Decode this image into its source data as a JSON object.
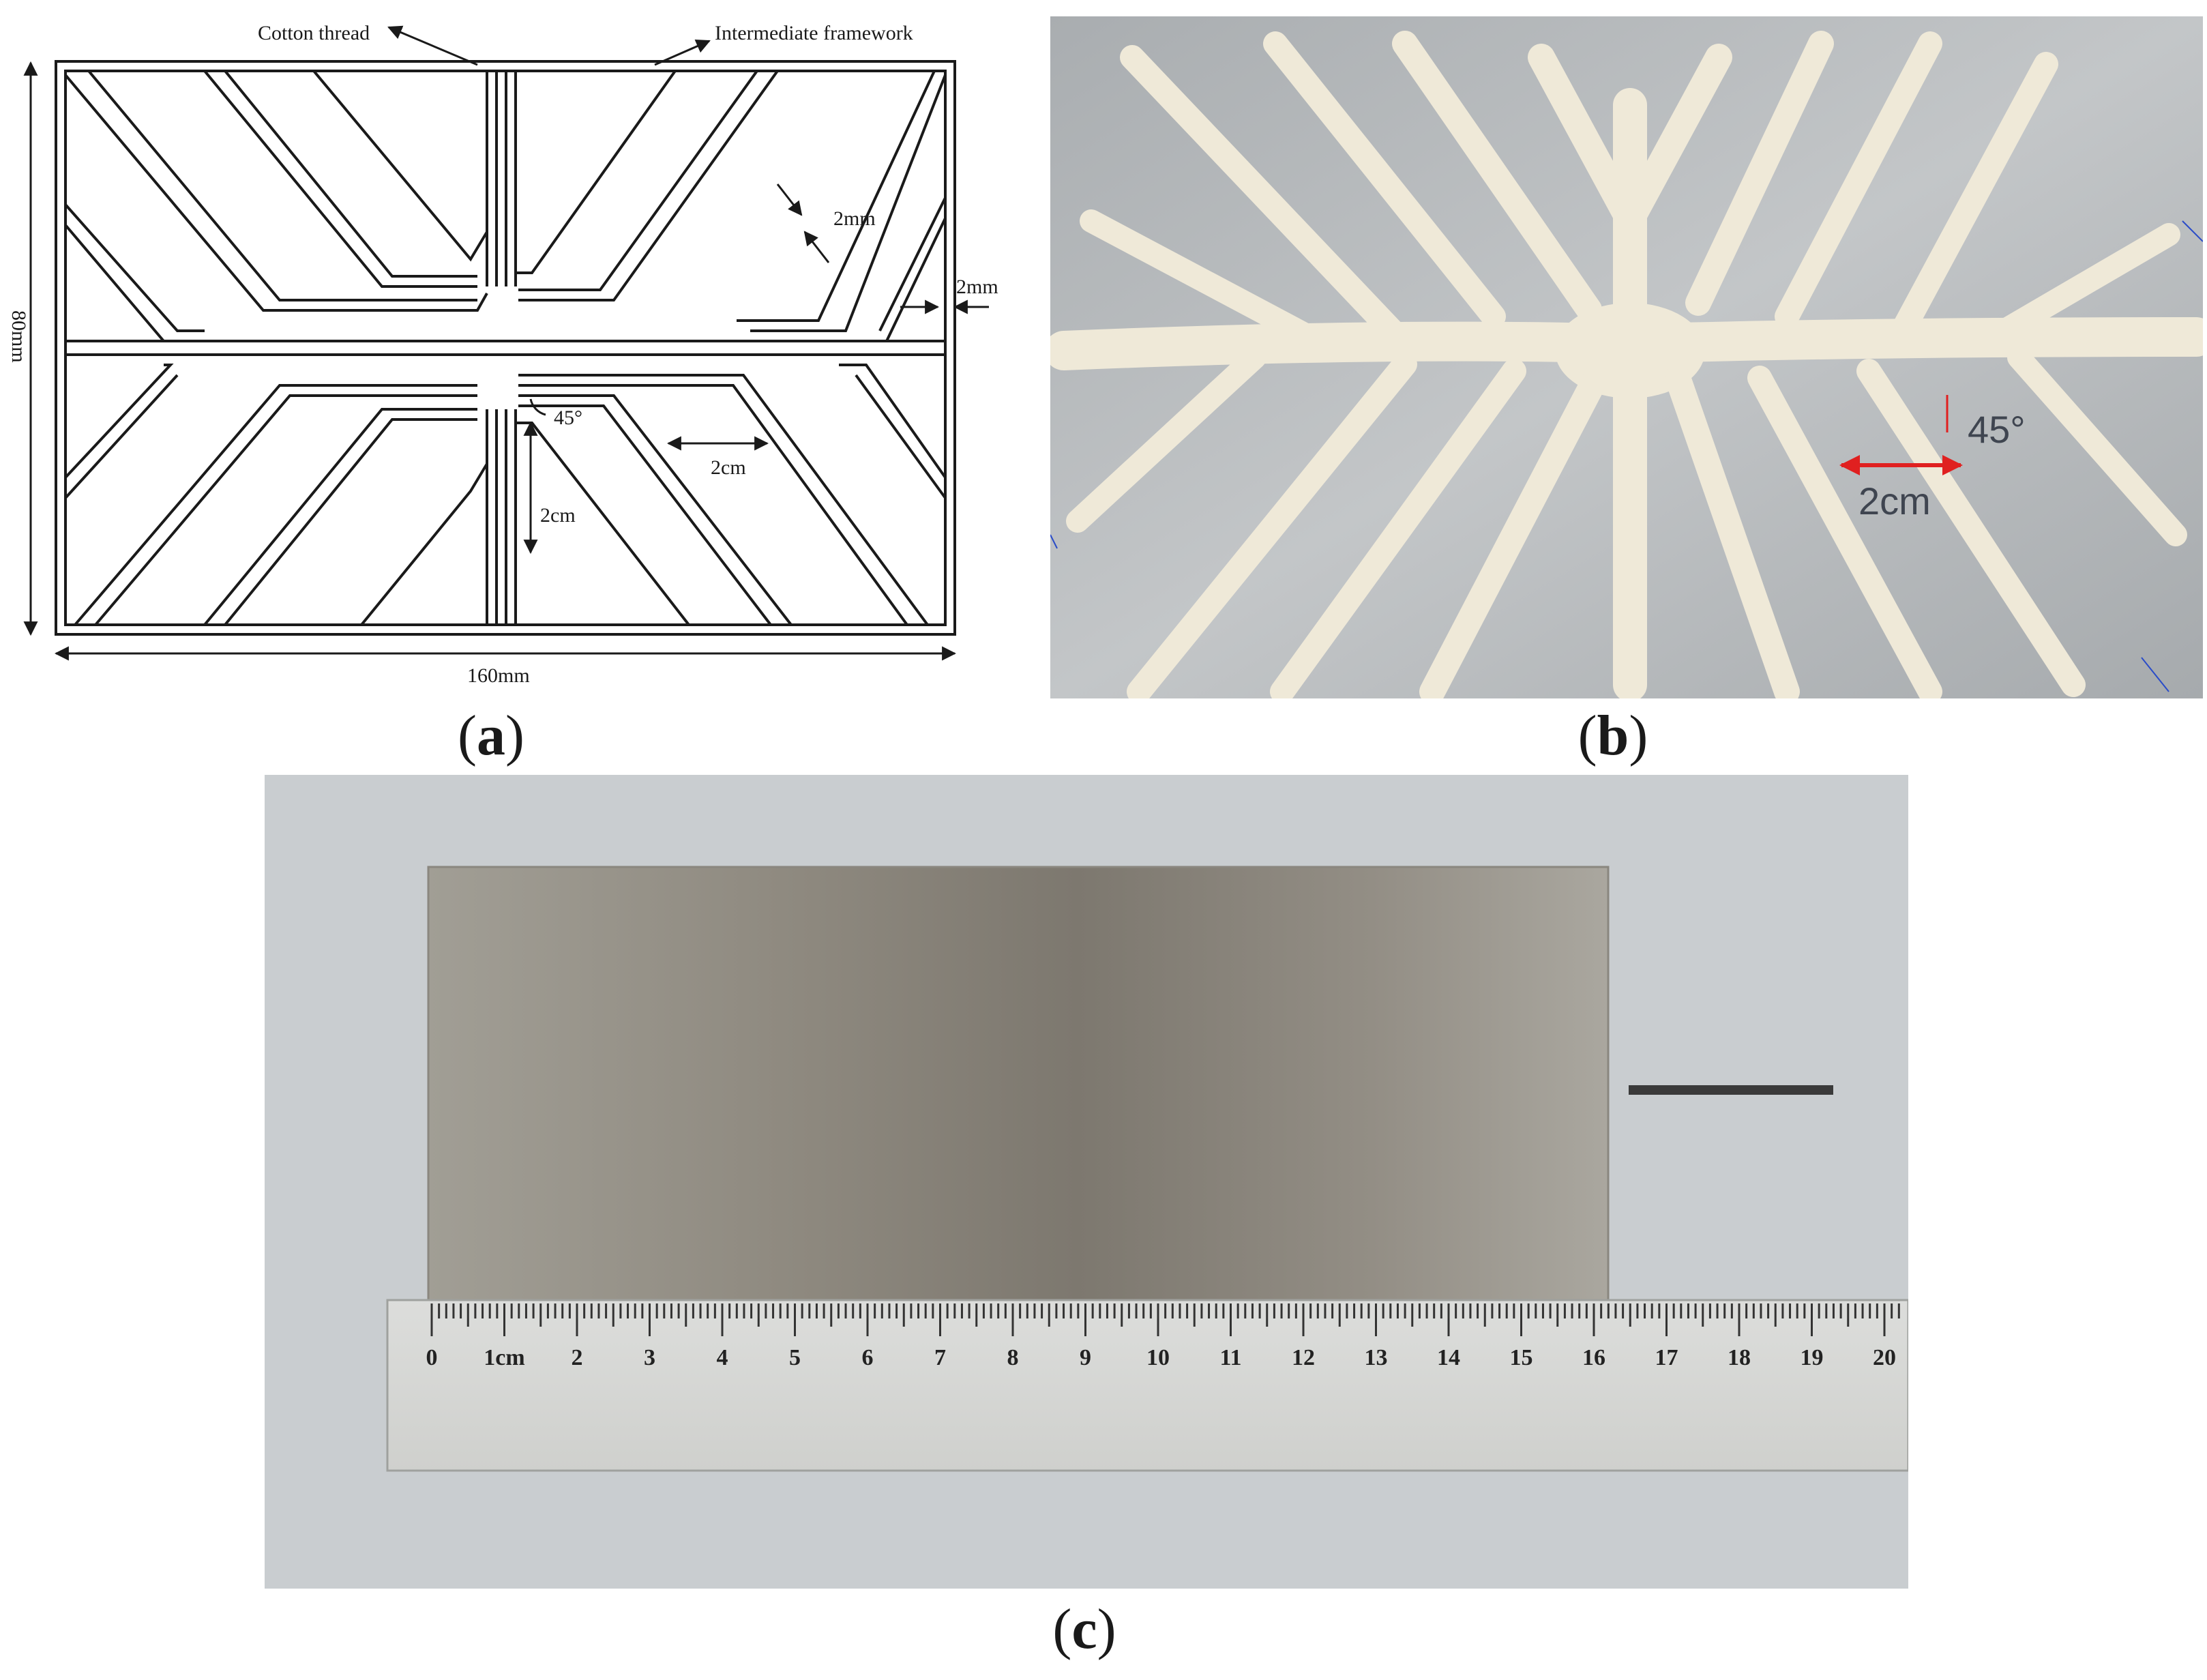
{
  "panel_a": {
    "labels": {
      "cotton_thread": "Cotton thread",
      "intermediate_framework": "Intermediate framework",
      "dim_2mm_channel": "2mm",
      "dim_2mm_edge": "2mm",
      "dim_80mm": "80mm",
      "dim_160mm": "160mm",
      "angle_45": "45°",
      "dim_2cm_h": "2cm",
      "dim_2cm_v": "2cm"
    },
    "caption": "a"
  },
  "panel_b": {
    "labels": {
      "angle_45": "45°",
      "dim_2cm": "2cm"
    },
    "caption": "b"
  },
  "panel_c": {
    "ruler_ticks": [
      "0",
      "1cm",
      "2",
      "3",
      "4",
      "5",
      "6",
      "7",
      "8",
      "9",
      "10",
      "11",
      "12",
      "13",
      "14",
      "15",
      "16",
      "17",
      "18",
      "19",
      "20"
    ],
    "caption": "c"
  },
  "colors": {
    "line": "#1a1a1a",
    "metal": "#b4b7b8",
    "cotton": "#efe9d8",
    "arrow_red": "#e02020",
    "backdrop": "#c9cdd0"
  }
}
